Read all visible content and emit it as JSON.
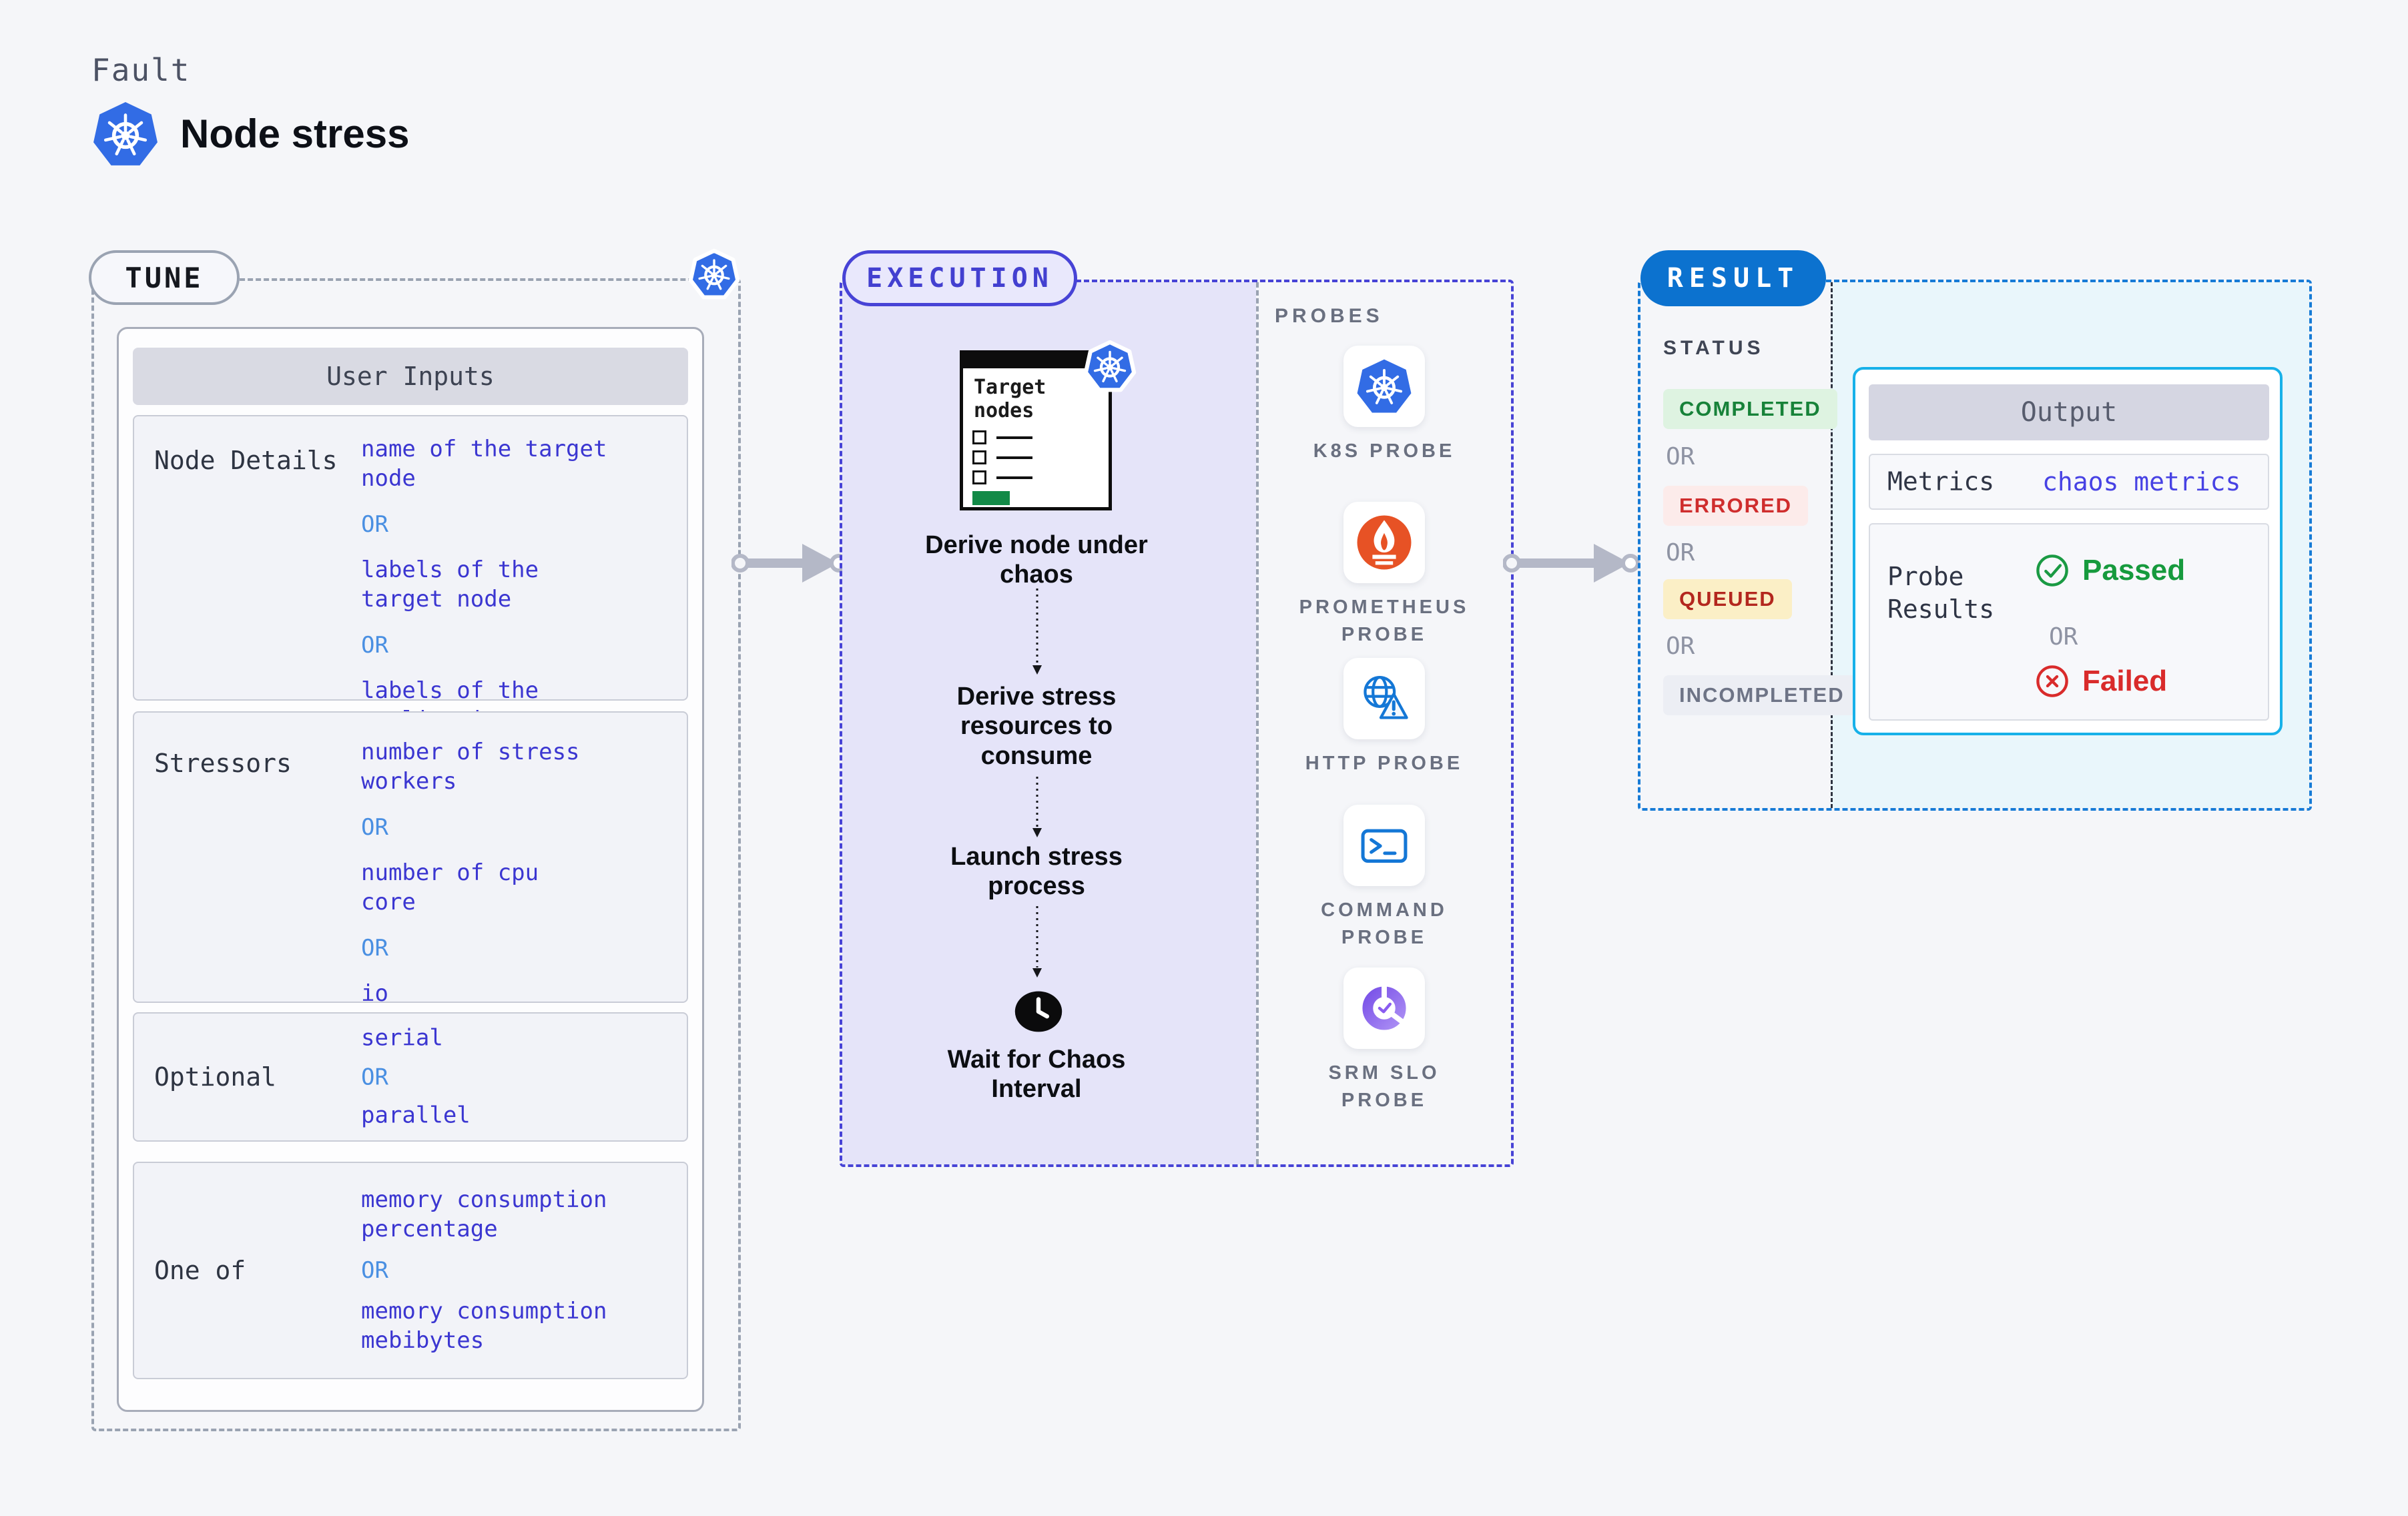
{
  "colors": {
    "page_bg": "#f5f6f9",
    "accent_indigo": "#4340d0",
    "accent_blue": "#0c72cf",
    "accent_cyan": "#17b1e9",
    "value_text": "#3b36d1",
    "or_text": "#4a8fe2",
    "k8s_blue": "#326ce5",
    "prometheus_orange": "#e75225",
    "probe_icon_blue": "#1477d6",
    "slo_purple": "#8a5cf0",
    "passed_green": "#169a3d",
    "failed_red": "#d92b2b",
    "arrow_grey": "#b4b8c7",
    "completed_bg": "#def3e1",
    "completed_fg": "#178239",
    "errored_bg": "#fcebea",
    "errored_fg": "#cf2d2d",
    "queued_bg": "#fbefc6",
    "queued_fg": "#b3271e",
    "incompleted_bg": "#eceef4",
    "incompleted_fg": "#6e7486"
  },
  "icons": {
    "header": "kubernetes-icon",
    "tune_corner": "kubernetes-icon",
    "clipboard_badge": "kubernetes-icon",
    "flow_wait": "clock-icon",
    "probe_k8s": "kubernetes-icon",
    "probe_prometheus": "prometheus-flame-icon",
    "probe_http": "globe-warning-icon",
    "probe_command": "terminal-icon",
    "probe_srm_slo": "slo-donut-check-icon",
    "passed": "check-circle-icon",
    "failed": "x-circle-icon",
    "connectors": "arrow-right-icon"
  },
  "header": {
    "eyebrow": "Fault",
    "title": "Node stress"
  },
  "tune": {
    "badge": "TUNE",
    "table_header": "User Inputs",
    "or_label": "OR",
    "rows": [
      {
        "label": "Node Details",
        "values": [
          "name of the target\nnode",
          "labels of the\ntarget node",
          "labels of the application\n scheduled on target node"
        ]
      },
      {
        "label": "Stressors",
        "values": [
          "number of stress\nworkers",
          "number of cpu\ncore",
          "io"
        ]
      },
      {
        "label": "Optional",
        "values": [
          "serial",
          "parallel"
        ]
      },
      {
        "label": "One of",
        "values": [
          "memory consumption\npercentage",
          "memory consumption\nmebibytes"
        ]
      }
    ]
  },
  "execution": {
    "badge": "EXECUTION",
    "clipboard_title": "Target\nnodes",
    "steps": [
      "Derive node under\nchaos",
      "Derive stress\nresources to\nconsume",
      "Launch stress\nprocess",
      "Wait for Chaos\nInterval"
    ]
  },
  "probes": {
    "panel_label": "PROBES",
    "items": [
      {
        "label": "K8S PROBE",
        "icon": "kubernetes-icon"
      },
      {
        "label": "PROMETHEUS\nPROBE",
        "icon": "prometheus-flame-icon"
      },
      {
        "label": "HTTP PROBE",
        "icon": "globe-warning-icon"
      },
      {
        "label": "COMMAND\nPROBE",
        "icon": "terminal-icon"
      },
      {
        "label": "SRM SLO\nPROBE",
        "icon": "slo-donut-check-icon"
      }
    ]
  },
  "result": {
    "badge": "RESULT",
    "status_label": "STATUS",
    "or_label": "OR",
    "statuses": [
      {
        "label": "COMPLETED",
        "bg": "#def3e1",
        "fg": "#178239"
      },
      {
        "label": "ERRORED",
        "bg": "#fcebea",
        "fg": "#cf2d2d"
      },
      {
        "label": "QUEUED",
        "bg": "#fbefc6",
        "fg": "#b3271e"
      },
      {
        "label": "INCOMPLETED",
        "bg": "#eceef4",
        "fg": "#6e7486"
      }
    ],
    "output": {
      "header": "Output",
      "metrics_label": "Metrics",
      "metrics_value": "chaos metrics",
      "probe_results_label": "Probe\nResults",
      "passed_label": "Passed",
      "failed_label": "Failed",
      "or_label": "OR"
    }
  }
}
